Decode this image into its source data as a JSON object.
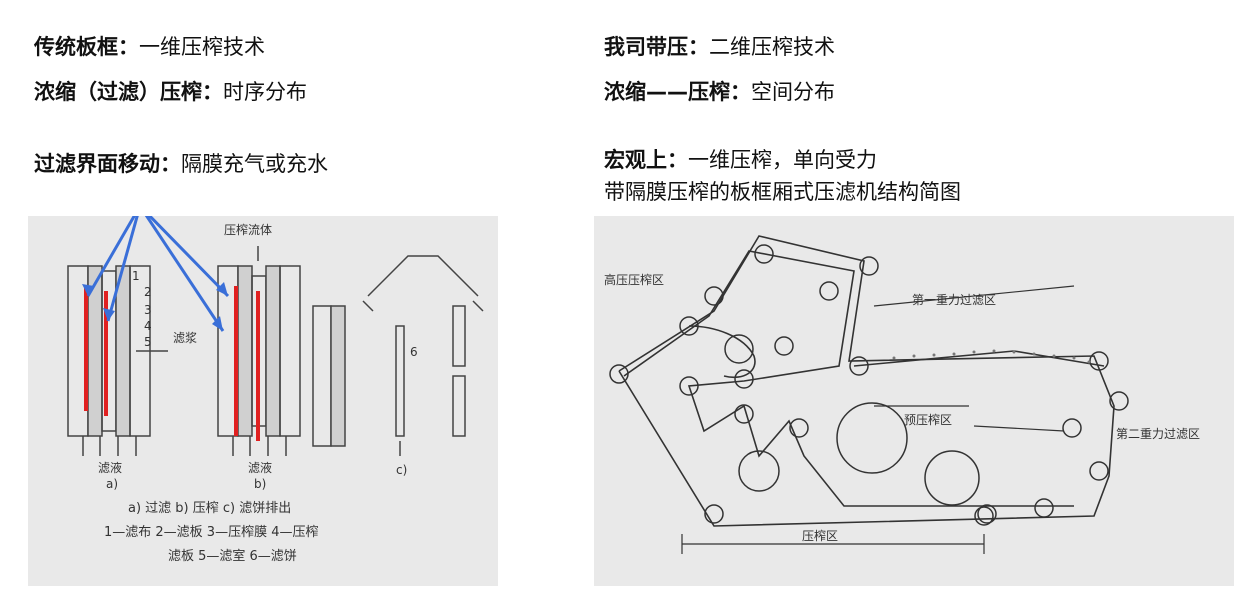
{
  "left": {
    "line1": {
      "bold": "传统板框",
      "sep": "：",
      "text": "一维压榨技术"
    },
    "line2": {
      "bold": "浓缩（过滤）压榨",
      "sep": "：",
      "text": "时序分布"
    },
    "line3": {
      "bold": "过滤界面移动",
      "sep": "：",
      "text": "隔膜充气或充水"
    }
  },
  "right": {
    "line1": {
      "bold": "我司带压",
      "sep": "：",
      "text": "二维压榨技术"
    },
    "line2": {
      "bold": "浓缩——压榨",
      "sep": "：",
      "text": "空间分布"
    },
    "line3": {
      "bold": "宏观上",
      "sep": "：",
      "text": "一维压榨，单向受力"
    },
    "line4": "带隔膜压榨的板框厢式压滤机结构简图"
  },
  "fig_left": {
    "top_label": "压榨流体",
    "num1": "1",
    "num2": "2",
    "num3": "3",
    "num4": "4",
    "num5": "5",
    "num6": "6",
    "slurry": "滤浆",
    "filtrate_a": "滤液",
    "filtrate_b": "滤液",
    "sub_a": "a)",
    "sub_b": "b)",
    "sub_c": "c)",
    "caption1": "a) 过滤   b) 压榨   c) 滤饼排出",
    "caption2": "1—滤布   2—滤板   3—压榨膜   4—压榨",
    "caption3": "滤板   5—滤室   6—滤饼"
  },
  "fig_right": {
    "zone_high": "高压压榨区",
    "zone_grav1": "第一重力过滤区",
    "zone_pre": "预压榨区",
    "zone_grav2": "第二重力过滤区",
    "zone_press": "压榨区"
  },
  "colors": {
    "arrow": "#3a6fd8",
    "red_line": "#e02020",
    "panel_bg": "#e9e9e9"
  }
}
